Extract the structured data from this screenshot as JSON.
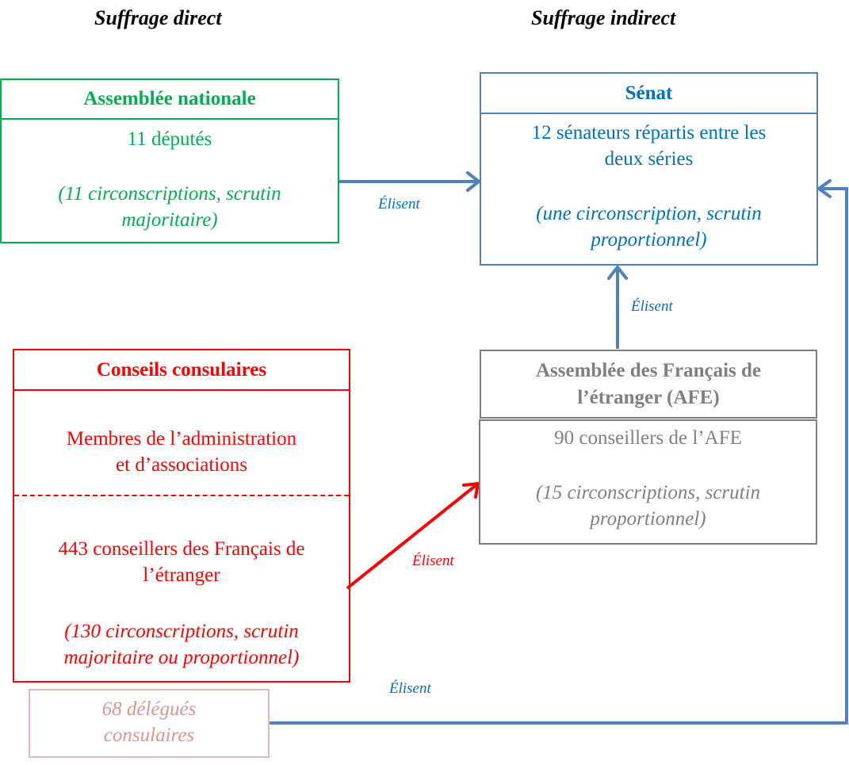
{
  "colors": {
    "green": "#00B050",
    "blue": "#4F81BD",
    "blue_text": "#0070C0",
    "red": "#FF0000",
    "grey": "#7F7F7F",
    "grey_text": "#808080",
    "pink": "#E6B9B8",
    "pink_text": "#D99694"
  },
  "headings": {
    "direct": "Suffrage direct",
    "indirect": "Suffrage indirect"
  },
  "assemblee_nationale": {
    "title": "Assemblée nationale",
    "count": "11 députés",
    "detail_1": "(11 circonscriptions, scrutin",
    "detail_2": "majoritaire)"
  },
  "senat": {
    "title": "Sénat",
    "count_1": "12 sénateurs répartis entre les",
    "count_2": "deux séries",
    "detail_1": "(une circonscription, scrutin",
    "detail_2": "proportionnel)"
  },
  "conseils_consulaires": {
    "title": "Conseils consulaires",
    "members_1": "Membres de l’administration",
    "members_2": "et d’associations",
    "count_1": "443 conseillers des Français de",
    "count_2": "l’étranger",
    "detail_1": "(130 circonscriptions, scrutin",
    "detail_2": "majoritaire ou proportionnel)"
  },
  "afe": {
    "title_1": "Assemblée des Français de",
    "title_2": "l’étranger (AFE)",
    "count": "90 conseillers de l’AFE",
    "detail_1": "(15 circonscriptions, scrutin",
    "detail_2": "proportionnel)"
  },
  "delegues": {
    "line_1": "68 délégués",
    "line_2": "consulaires"
  },
  "edges": [
    {
      "from": "Assemblée nationale",
      "to": "Sénat",
      "label": "Élisent",
      "color": "blue"
    },
    {
      "from": "AFE",
      "to": "Sénat",
      "label": "Élisent",
      "color": "blue"
    },
    {
      "from": "Conseils consulaires",
      "to": "AFE",
      "label": "Élisent",
      "color": "red"
    },
    {
      "from": "68 délégués consulaires",
      "to": "Sénat",
      "label": "Élisent",
      "color": "blue"
    }
  ]
}
